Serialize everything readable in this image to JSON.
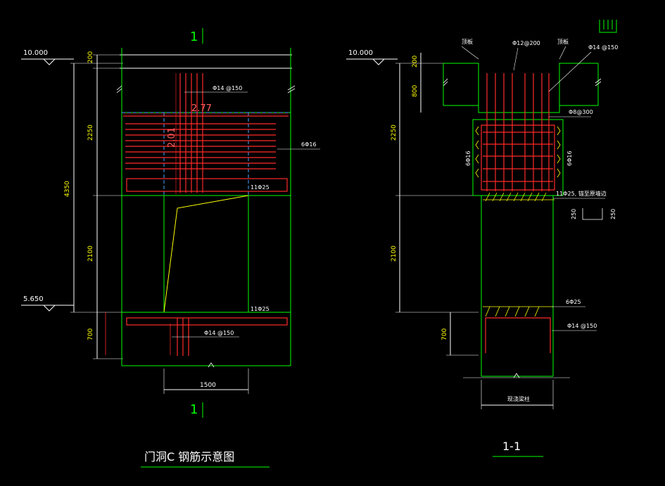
{
  "colors": {
    "background": "#000000",
    "structure": "#00ff00",
    "rebar": "#ff2a2a",
    "dimension": "#ffffff",
    "text_yellow": "#ffff00",
    "hidden": "#4aa3ff",
    "cyan": "#00ffff"
  },
  "left_view": {
    "section_mark_top": "1",
    "section_mark_bottom": "1",
    "elev_top": "10.000",
    "elev_bottom": "5.650",
    "dim_200": "200",
    "dim_2250": "2250",
    "dim_4350": "4350",
    "dim_2100": "2100",
    "dim_700": "700",
    "dim_1500": "1500",
    "dim_277": "2.77",
    "dim_201": "2.01",
    "label_phi14_150_top": "Φ14 @150",
    "label_6phi16": "6Φ16",
    "label_11phi25_top": "11Φ25",
    "label_11phi25_bottom": "11Φ25",
    "label_phi14_150_bottom": "Φ14 @150",
    "title": "门洞C 钢筋示意图"
  },
  "right_view": {
    "elev_top": "10.000",
    "dim_200": "200",
    "dim_800": "800",
    "dim_2250": "2250",
    "dim_2100": "2100",
    "dim_700": "700",
    "dim_250a": "250",
    "dim_250b": "250",
    "label_left_top": "顶板",
    "label_right_top": "顶板",
    "label_phi12_200": "Φ12@200",
    "label_phi14_150_top": "Φ14 @150",
    "label_phi8_300": "Φ8@300",
    "label_6phi16_left": "6Φ16",
    "label_6phi16_right": "6Φ16",
    "label_11phi25": "11Φ25, 锚至原墙边",
    "label_6phi25": "6Φ25",
    "label_phi14_150_bottom": "Φ14 @150",
    "label_bottom": "现浇梁柱",
    "title": "1-1"
  }
}
